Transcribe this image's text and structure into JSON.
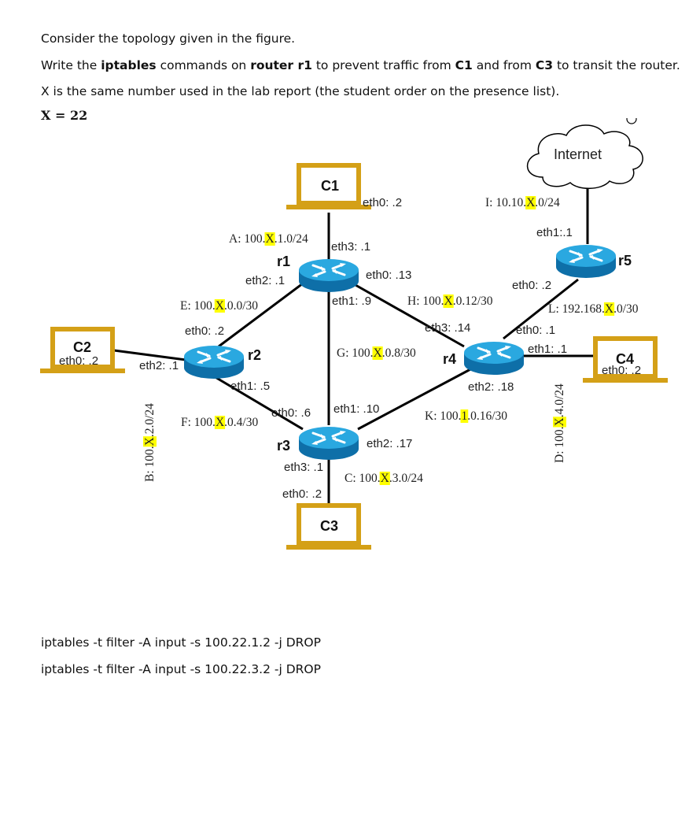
{
  "question": {
    "line1": "Consider the topology given in the figure.",
    "line2_prefix": "Write the ",
    "line2_bold1": "iptables",
    "line2_mid1": " commands on ",
    "line2_bold2": "router r1",
    "line2_mid2": " to prevent traffic from ",
    "line2_bold3": "C1",
    "line2_mid3": " and from ",
    "line2_bold4": "C3",
    "line2_suffix": " to transit the router.",
    "line3": "X is the same number used in the lab report (the student order on the presence list).",
    "x_value": "X = 22"
  },
  "diagram": {
    "highlight_color": "#ffff00",
    "link_color": "#000000",
    "router_color": "#1ea0d8",
    "laptop_color": "#d4a017",
    "internet": "Internet",
    "hosts": {
      "c1": "C1",
      "c2": "C2",
      "c3": "C3",
      "c4": "C4"
    },
    "routers": {
      "r1": "r1",
      "r2": "r2",
      "r3": "r3",
      "r4": "r4",
      "r5": "r5"
    },
    "host_if": {
      "c2": "eth0: .2",
      "c4": "eth0: .2"
    },
    "ifaces": {
      "c1_eth0": "eth0: .2",
      "r1_eth3": "eth3: .1",
      "r1_eth2": "eth2: .1",
      "r1_eth0": "eth0: .13",
      "r1_eth1": "eth1: .9",
      "r2_eth0": "eth0: .2",
      "r2_eth2": "eth2: .1",
      "r2_eth1": "eth1: .5",
      "r3_eth0": "eth0: .6",
      "r3_eth1": "eth1: .10",
      "r3_eth2": "eth2: .17",
      "r3_eth3": "eth3: .1",
      "c3_eth0": "eth0: .2",
      "r4_eth3": "eth3: .14",
      "r4_eth0": "eth0: .1",
      "r4_eth1": "eth1: .1",
      "r4_eth2": "eth2: .18",
      "r5_eth1": "eth1:.1",
      "r5_eth0": "eth0: .2"
    },
    "nets": {
      "A": {
        "pre": "A: 100.",
        "hl": "X",
        "post": ".1.0/24"
      },
      "B": {
        "pre": "B: 100.",
        "hl": "X",
        "post": ".2.0/24"
      },
      "C": {
        "pre": "C: 100.",
        "hl": "X",
        "post": ".3.0/24"
      },
      "D": {
        "pre": "D: 100.",
        "hl": "X",
        "post": ".4.0/24"
      },
      "E": {
        "pre": "E: 100.",
        "hl": "X",
        "post": ".0.0/30"
      },
      "F": {
        "pre": "F: 100.",
        "hl": "X",
        "post": ".0.4/30"
      },
      "G": {
        "pre": "G: 100.",
        "hl": "X",
        "post": ".0.8/30"
      },
      "H": {
        "pre": "H: 100.",
        "hl": "X",
        "post": ".0.12/30"
      },
      "I": {
        "pre": "I: 10.10.",
        "hl": "X",
        "post": ".0/24"
      },
      "K": {
        "pre": "K: 100.",
        "hl": "1",
        "post": ".0.16/30"
      },
      "L": {
        "pre": "L: 192.168.",
        "hl": "X",
        "post": ".0/30"
      }
    }
  },
  "answer": {
    "line1": "iptables -t filter -A input -s 100.22.1.2 -j DROP",
    "line2": "iptables -t filter -A input -s 100.22.3.2 -j DROP"
  }
}
